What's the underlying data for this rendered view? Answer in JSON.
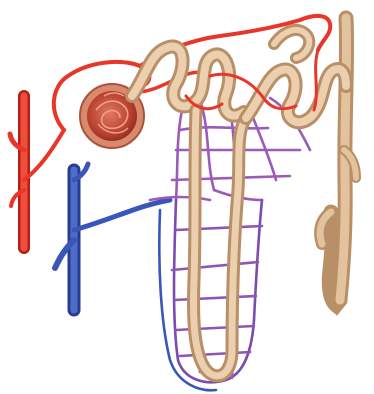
{
  "diagram": {
    "background": "#ffffff",
    "colors": {
      "artery": "#e8362a",
      "artery_dark": "#b51f17",
      "vein": "#3a56b8",
      "vein_dark": "#263e92",
      "capillary": "#9b5bb8",
      "tubule": "#d9b48e",
      "tubule_dark": "#b88f66",
      "glomerulus": "#c9523f",
      "capsule": "#d98a6c"
    },
    "structures": [
      {
        "name": "renal-artery-branch",
        "icon": "artery-vessel"
      },
      {
        "name": "renal-vein-branch",
        "icon": "vein-vessel"
      },
      {
        "name": "glomerulus",
        "icon": "capillary-tuft"
      },
      {
        "name": "bowman-capsule",
        "icon": "capsule"
      },
      {
        "name": "proximal-convoluted-tubule",
        "icon": "tubule"
      },
      {
        "name": "loop-of-henle",
        "icon": "tubule-loop"
      },
      {
        "name": "distal-convoluted-tubule",
        "icon": "tubule"
      },
      {
        "name": "collecting-duct",
        "icon": "duct"
      },
      {
        "name": "peritubular-capillaries",
        "icon": "capillary-network"
      },
      {
        "name": "vasa-recta",
        "icon": "capillary-network"
      }
    ]
  }
}
